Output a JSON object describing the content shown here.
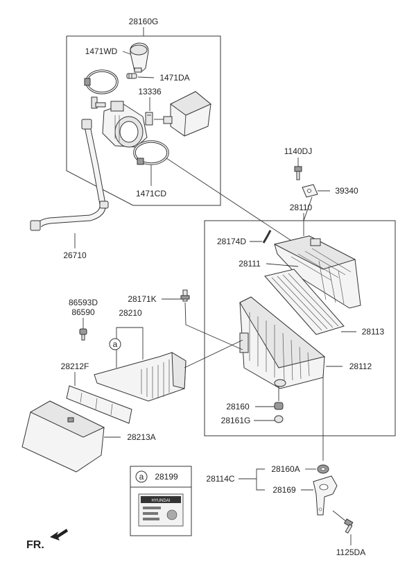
{
  "labels": {
    "l28160G": "28160G",
    "l1471WD": "1471WD",
    "l1471DA": "1471DA",
    "l13336": "13336",
    "l1471CD": "1471CD",
    "l26710": "26710",
    "l1140DJ": "1140DJ",
    "l39340": "39340",
    "l28110": "28110",
    "l28174D": "28174D",
    "l28111": "28111",
    "l28113": "28113",
    "l28112": "28112",
    "l28171K": "28171K",
    "l86593D": "86593D",
    "l86590": "86590",
    "l28210": "28210",
    "l28212F": "28212F",
    "l28213A": "28213A",
    "l28160": "28160",
    "l28161G": "28161G",
    "l28114C": "28114C",
    "l28160A": "28160A",
    "l28169": "28169",
    "l1125DA": "1125DA",
    "l28199": "28199",
    "callout_a1": "a",
    "callout_a2": "a",
    "fr": "FR.",
    "decal_brand": "HYUNDAI"
  }
}
